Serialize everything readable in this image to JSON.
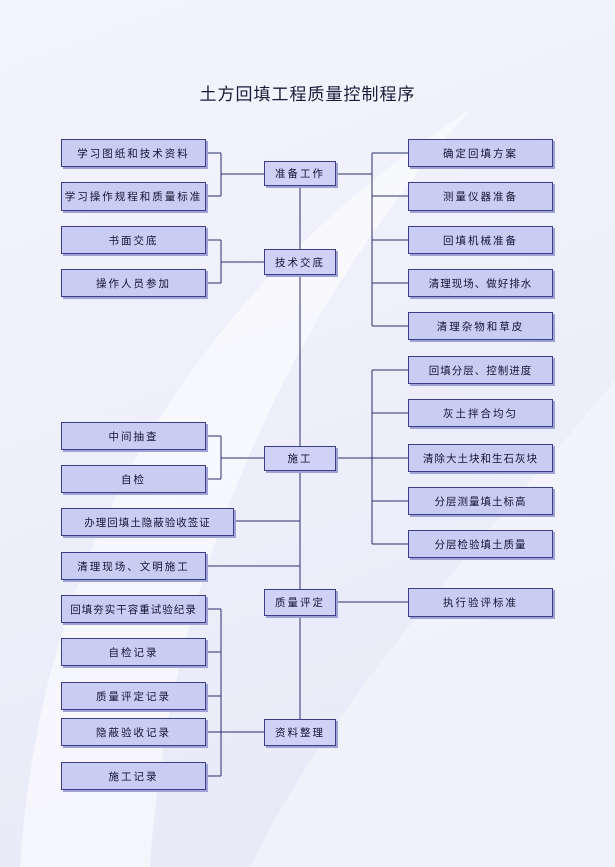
{
  "title": "土方回填工程质量控制程序",
  "center": [
    "准备工作",
    "技术交底",
    "施工",
    "质量评定",
    "资料整理"
  ],
  "left": [
    "学习图纸和技术资料",
    "学习操作规程和质量标准",
    "书面交底",
    "操作人员参加",
    "中间抽查",
    "自检",
    "办理回填土隐蔽验收签证",
    "清理现场、文明施工",
    "回填夯实干容重试验纪录",
    "自检记录",
    "质量评定记录",
    "隐蔽验收记录",
    "施工记录"
  ],
  "right": [
    "确定回填方案",
    "测量仪器准备",
    "回填机械准备",
    "清理现场、做好排水",
    "清理杂物和草皮",
    "回填分层、控制进度",
    "灰土拌合均匀",
    "清除大土块和生石灰块",
    "分层测量填土标高",
    "分层检验填土质量",
    "执行验评标准"
  ]
}
